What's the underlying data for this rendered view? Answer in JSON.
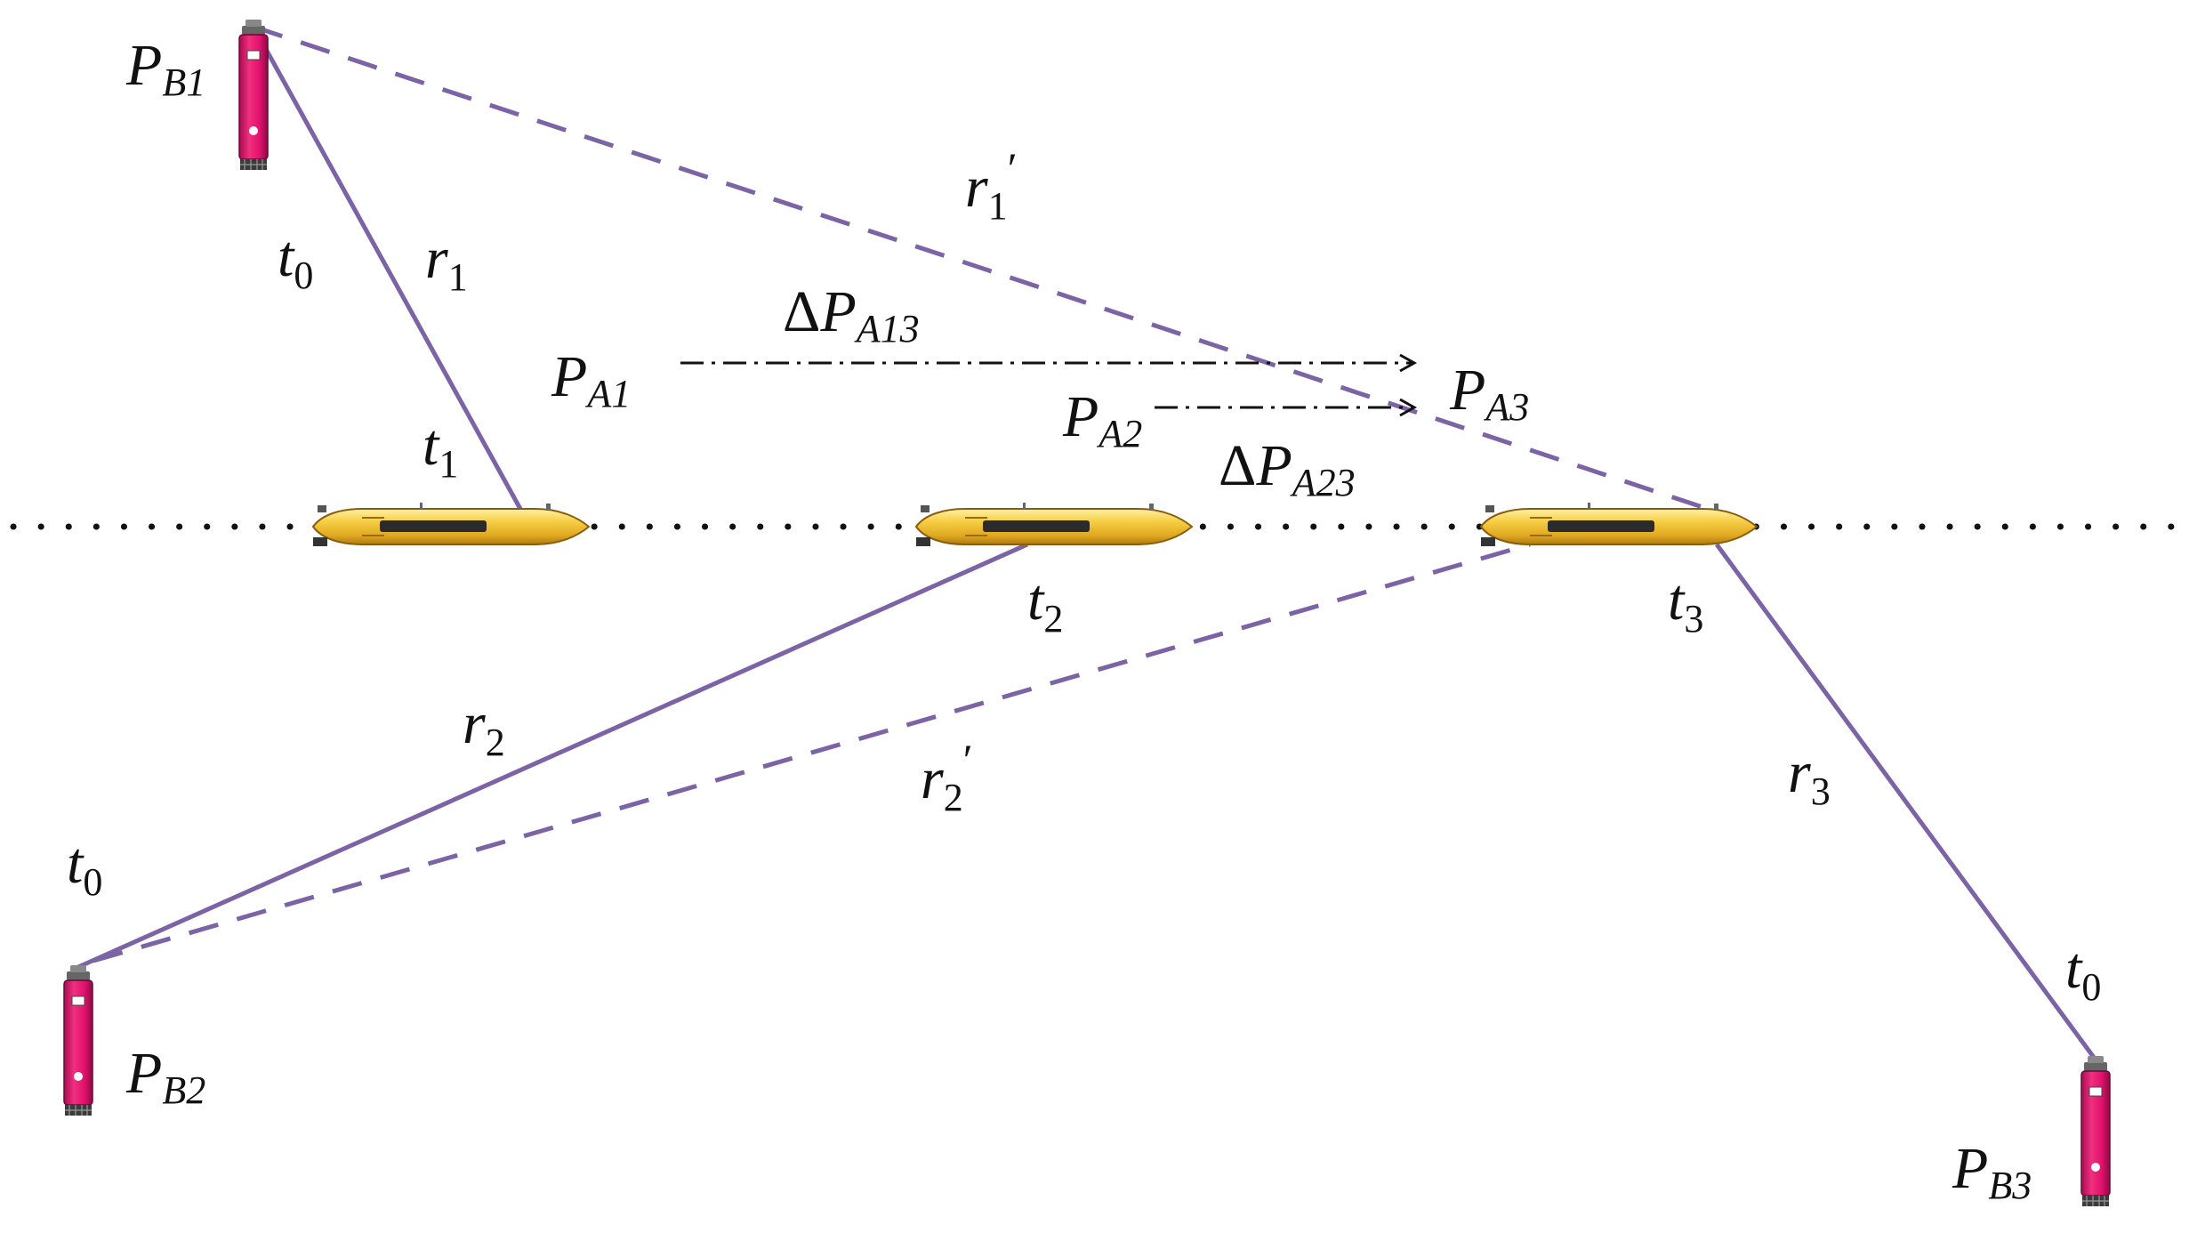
{
  "colors": {
    "range_line": "#7b63a6",
    "motion_arrow": "#111111",
    "track": "#111111",
    "auv_body": "#f2c53b",
    "auv_stripe": "#2b2b2b",
    "beacon_body": "#e4126f"
  },
  "labels": {
    "pb1": {
      "main": "P",
      "sub": "B1"
    },
    "pb2": {
      "main": "P",
      "sub": "B2"
    },
    "pb3": {
      "main": "P",
      "sub": "B3"
    },
    "pa1": {
      "main": "P",
      "sub": "A1"
    },
    "pa2": {
      "main": "P",
      "sub": "A2"
    },
    "pa3": {
      "main": "P",
      "sub": "A3"
    },
    "dpa13": {
      "delta": "Δ",
      "main": "P",
      "sub": "A13"
    },
    "dpa23": {
      "delta": "Δ",
      "main": "P",
      "sub": "A23"
    },
    "r1": {
      "main": "r",
      "sub": "1"
    },
    "r2": {
      "main": "r",
      "sub": "2"
    },
    "r3": {
      "main": "r",
      "sub": "3"
    },
    "r1p": {
      "main": "r",
      "sub": "1",
      "prime": "′"
    },
    "r2p": {
      "main": "r",
      "sub": "2",
      "prime": "′"
    },
    "t0_b1": {
      "main": "t",
      "sub": "0"
    },
    "t0_b2": {
      "main": "t",
      "sub": "0"
    },
    "t0_b3": {
      "main": "t",
      "sub": "0"
    },
    "t1": {
      "main": "t",
      "sub": "1"
    },
    "t2": {
      "main": "t",
      "sub": "2"
    },
    "t3": {
      "main": "t",
      "sub": "3"
    }
  },
  "icons": {
    "auv": "auv-icon",
    "beacon": "beacon-icon"
  }
}
